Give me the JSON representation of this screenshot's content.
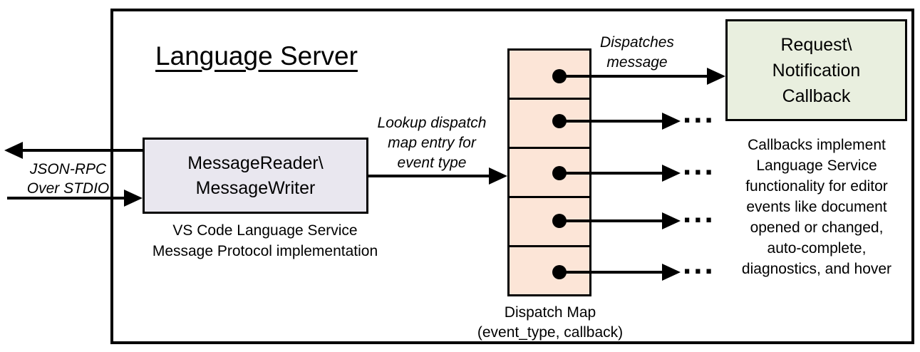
{
  "title": "Language Server",
  "stdio": {
    "label_lines": [
      "JSON-RPC",
      "Over STDIO"
    ]
  },
  "reader_writer": {
    "box_lines": [
      "MessageReader\\",
      "MessageWriter"
    ],
    "caption_lines": [
      "VS Code Language Service",
      "Message Protocol implementation"
    ]
  },
  "lookup": {
    "label_lines": [
      "Lookup dispatch",
      "map entry for",
      "event type"
    ]
  },
  "dispatch_map": {
    "caption_lines": [
      "Dispatch Map",
      "(event_type, callback)"
    ],
    "entry_count": 5
  },
  "dispatches": {
    "label_lines": [
      "Dispatches",
      "message"
    ]
  },
  "callback_box": {
    "box_lines": [
      "Request\\",
      "Notification",
      "Callback"
    ]
  },
  "callbacks_note_lines": [
    "Callbacks implement",
    "Language Service",
    "functionality for editor",
    "events like document",
    "opened or changed,",
    "auto-complete,",
    "diagnostics, and hover"
  ],
  "labels": {
    "ellipsis": "..."
  },
  "colors": {
    "reader_box_fill": "#e9e7ef",
    "dispatch_cell_fill": "#fce5d7",
    "callback_box_fill": "#e9efdf",
    "line": "#000000"
  }
}
